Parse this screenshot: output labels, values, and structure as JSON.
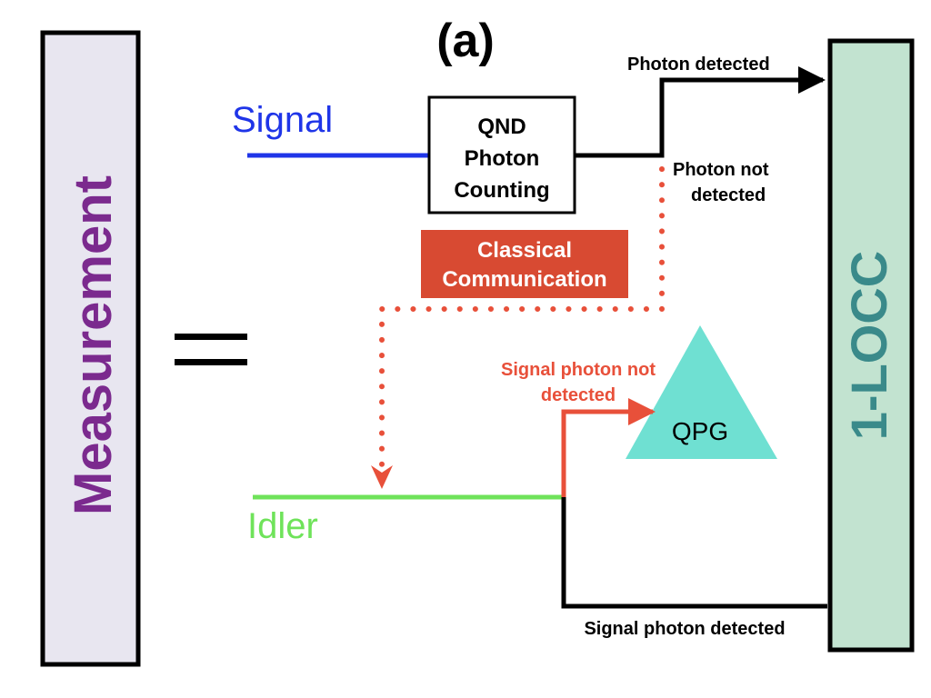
{
  "panel_label": "(a)",
  "measurement_label": "Measurement",
  "equals_sign": "=",
  "locc_label": "1-LOCC",
  "signal_label": "Signal",
  "idler_label": "Idler",
  "qnd_box": {
    "line1": "QND",
    "line2": "Photon",
    "line3": "Counting"
  },
  "photon_detected": "Photon detected",
  "photon_not_detected": {
    "line1": "Photon not",
    "line2": "detected"
  },
  "classical_communication": {
    "line1": "Classical",
    "line2": "Communication"
  },
  "signal_photon_not_detected": {
    "line1": "Signal photon not",
    "line2": "detected"
  },
  "qpg_label": "QPG",
  "signal_photon_detected": "Signal photon detected",
  "colors": {
    "measurement_box": "#e8e6f0",
    "measurement_text": "#7b2a8e",
    "locc_box": "#c2e3d0",
    "locc_text": "#3a8a8a",
    "signal_line": "#1f35e8",
    "idler_line": "#6fe35a",
    "classical_box": "#d84a32",
    "dotted_red": "#e8503a",
    "qpg_triangle": "#6fe0d2"
  }
}
